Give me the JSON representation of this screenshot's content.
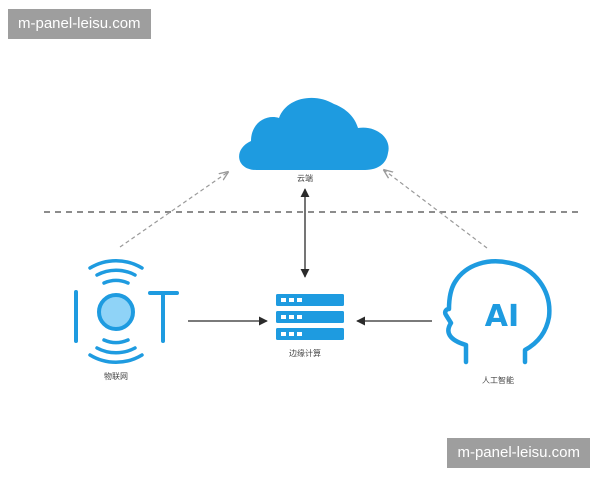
{
  "watermarks": {
    "top": "m-panel-leisu.com",
    "bottom": "m-panel-leisu.com"
  },
  "colors": {
    "accent": "#1e9be0",
    "accent_light": "#8fd3f7",
    "arrow_dark": "#2b2b2b",
    "arrow_dashed": "#9a9a9a",
    "divider": "#8c8c8c"
  },
  "nodes": {
    "cloud": {
      "label": "云端",
      "icon": "cloud-icon"
    },
    "edge": {
      "label": "边缘计算",
      "icon": "server-stack-icon"
    },
    "iot": {
      "label": "物联网",
      "icon": "iot-icon"
    },
    "ai": {
      "label": "人工智能",
      "icon": "ai-head-icon",
      "glyph": "AI"
    }
  }
}
